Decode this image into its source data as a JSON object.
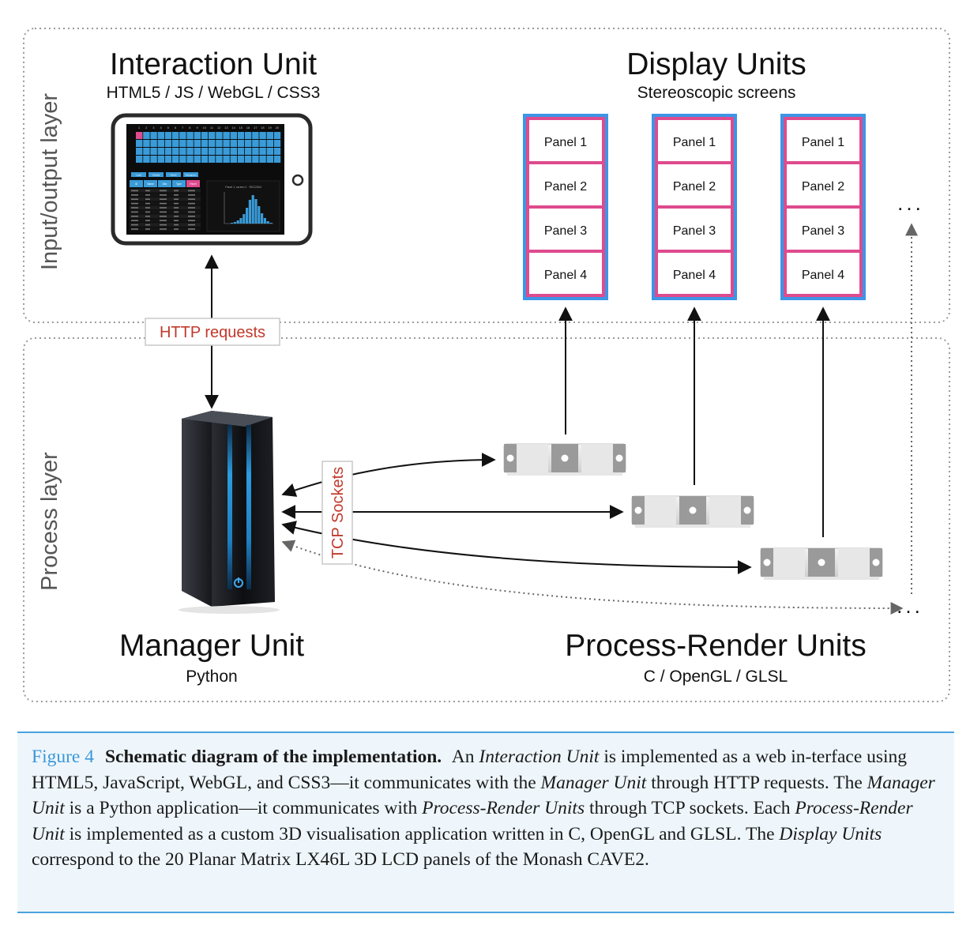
{
  "layers": {
    "io_label": "Input/output layer",
    "process_label": "Process layer"
  },
  "interaction_unit": {
    "title": "Interaction Unit",
    "subtitle": "HTML5 / JS / WebGL / CSS3",
    "tablet": {
      "header_numbers": [
        "1",
        "2",
        "3",
        "4",
        "5",
        "6",
        "7",
        "8",
        "9",
        "10",
        "11",
        "12",
        "13",
        "14",
        "15",
        "16",
        "17",
        "18",
        "19",
        "20"
      ],
      "buttons": [
        "Load",
        "Unload",
        "Reset",
        "Histogram"
      ],
      "table_headers": [
        "ID",
        "Name",
        "Dim",
        "Type",
        "Panel"
      ],
      "histogram_title": "Panel 1, screen 1 · RSC2304"
    }
  },
  "display_units": {
    "title": "Display Units",
    "subtitle": "Stereoscopic screens",
    "panels": [
      "Panel 1",
      "Panel 2",
      "Panel 3",
      "Panel 4"
    ],
    "more": "..."
  },
  "http_label": "HTTP requests",
  "tcp_label": "TCP Sockets",
  "manager_unit": {
    "title": "Manager Unit",
    "subtitle": "Python"
  },
  "process_render_units": {
    "title": "Process-Render Units",
    "subtitle": "C / OpenGL / GLSL",
    "more": "..."
  },
  "colors": {
    "panel_outer": "#3d95e6",
    "panel_border": "#de4b8e",
    "http_text": "#c0392b",
    "caption_accent": "#3b97d9",
    "caption_bg": "#eef6fb"
  },
  "caption": {
    "figure_label": "Figure 4",
    "figure_title": "Schematic diagram of the implementation.",
    "parts": [
      {
        "t": "An ",
        "i": false
      },
      {
        "t": "Interaction Unit",
        "i": true
      },
      {
        "t": " is implemented as a web in-terface using HTML5, JavaScript, WebGL, and CSS3—it communicates with the ",
        "i": false
      },
      {
        "t": "Manager Unit",
        "i": true
      },
      {
        "t": " through HTTP requests. The ",
        "i": false
      },
      {
        "t": "Manager Unit",
        "i": true
      },
      {
        "t": " is a Python application—it communicates with ",
        "i": false
      },
      {
        "t": "Process-Render Units",
        "i": true
      },
      {
        "t": " through TCP sockets. Each ",
        "i": false
      },
      {
        "t": "Process-Render Unit",
        "i": true
      },
      {
        "t": " is implemented as a custom 3D visualisation application written in C, OpenGL and GLSL. The ",
        "i": false
      },
      {
        "t": "Display Units",
        "i": true
      },
      {
        "t": " correspond to the 20 Planar Matrix LX46L 3D LCD panels of the Monash CAVE2.",
        "i": false
      }
    ]
  }
}
